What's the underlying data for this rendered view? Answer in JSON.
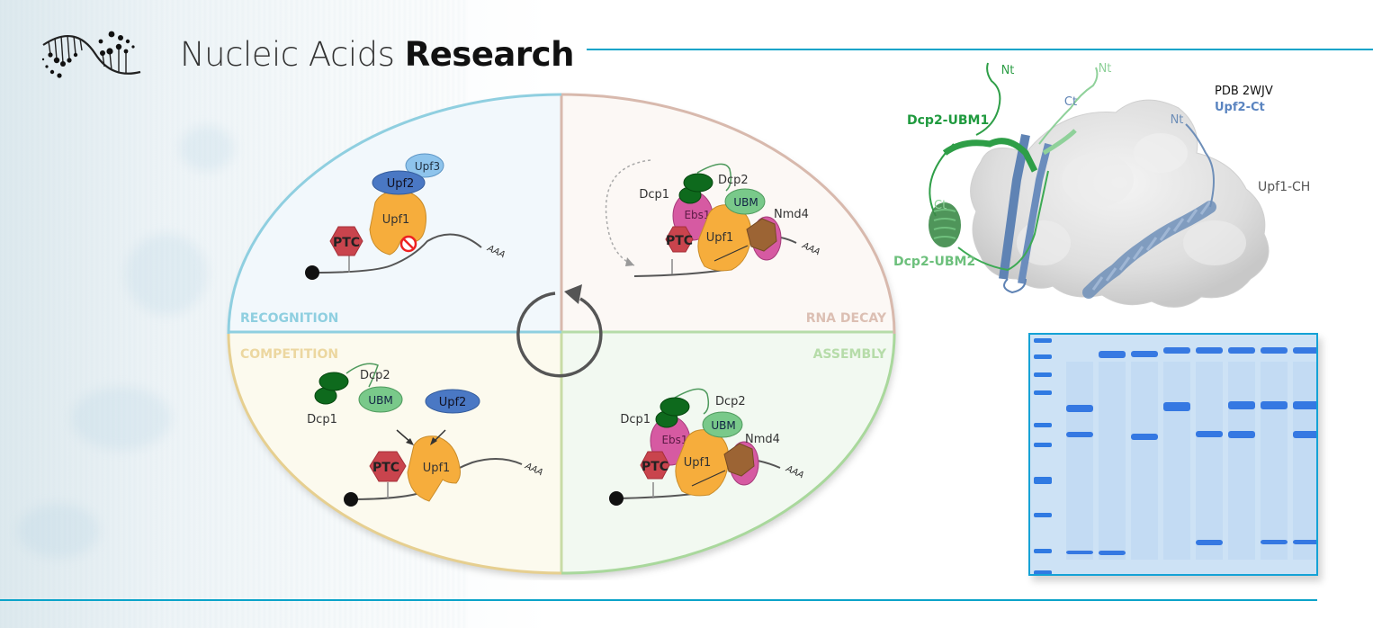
{
  "header": {
    "journal_name_light": "Nucleic Acids ",
    "journal_name_bold": "Research",
    "logo_icon": "dna-helix-icon"
  },
  "colors": {
    "accent_rule": "#0aa3c9",
    "recognition": "#8fcfe0",
    "rna_decay": "#d8b9ad",
    "competition": "#e6cf90",
    "assembly": "#a9d89c",
    "upf1": "#f6ad3c",
    "upf2": "#4a78c4",
    "upf3": "#8ec4ec",
    "ptc": "#c9444d",
    "dcp1": "#0e6a1d",
    "ubm": "#79c98a",
    "ebs1": "#d65aa2",
    "nmd4": "#9c6434",
    "gel_border": "#14a2d6"
  },
  "cycle": {
    "quadrants": [
      {
        "id": "recognition",
        "label": "RECOGNITION"
      },
      {
        "id": "rna_decay",
        "label": "RNA DECAY"
      },
      {
        "id": "competition",
        "label": "COMPETITION"
      },
      {
        "id": "assembly",
        "label": "ASSEMBLY"
      }
    ],
    "center_icon": "cycle-arrow-icon"
  },
  "labels": {
    "upf1": "Upf1",
    "upf2": "Upf2",
    "upf3": "Upf3",
    "ptc": "PTC",
    "dcp1": "Dcp1",
    "dcp2": "Dcp2",
    "ubm": "UBM",
    "ebs1": "Ebs1",
    "nmd4": "Nmd4",
    "polyA": "AAA"
  },
  "structure": {
    "pdb": "PDB 2WJV",
    "upf2_ct": "Upf2-Ct",
    "upf1_ch": "Upf1-CH",
    "dcp2_ubm1": "Dcp2-UBM1",
    "dcp2_ubm2": "Dcp2-UBM2",
    "nt": "Nt",
    "ct": "Ct"
  },
  "gel": {
    "lanes": 9,
    "description": "SDS-PAGE gel, Coomassie stained"
  }
}
